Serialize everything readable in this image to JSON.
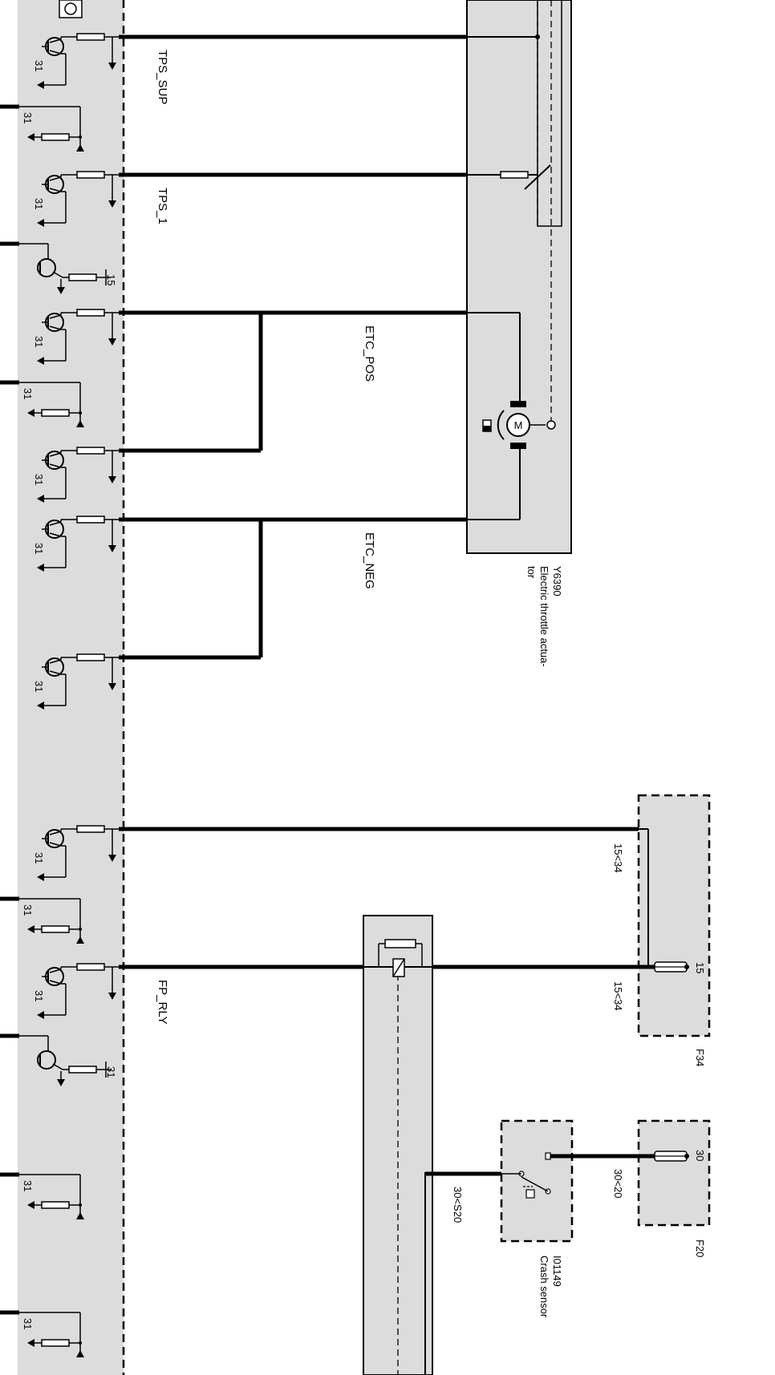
{
  "signals": {
    "tps_sup": "TPS_SUP",
    "tps_1": "TPS_1",
    "etc_pos": "ETC_POS",
    "etc_neg": "ETC_NEG",
    "fp_rly": "FP_RLY"
  },
  "throttle_actuator": {
    "id": "Y6390",
    "name_line1": "Electric throttle actua-",
    "name_line2": "tor",
    "motor_symbol": "M"
  },
  "fuse_f34": {
    "id": "F34",
    "terminal": "15",
    "conn_top": "15<34",
    "conn_bottom": "15<34"
  },
  "fuse_f20": {
    "id": "F20",
    "terminal": "30",
    "conn": "30<20"
  },
  "crash_sensor": {
    "id": "I01149",
    "name": "Crash sensor",
    "conn": "30<S20"
  },
  "ecu_pin_labels": {
    "ground": "31",
    "supply": "15"
  },
  "colors": {
    "panel": "#dcdcdc",
    "wire": "#000000"
  }
}
